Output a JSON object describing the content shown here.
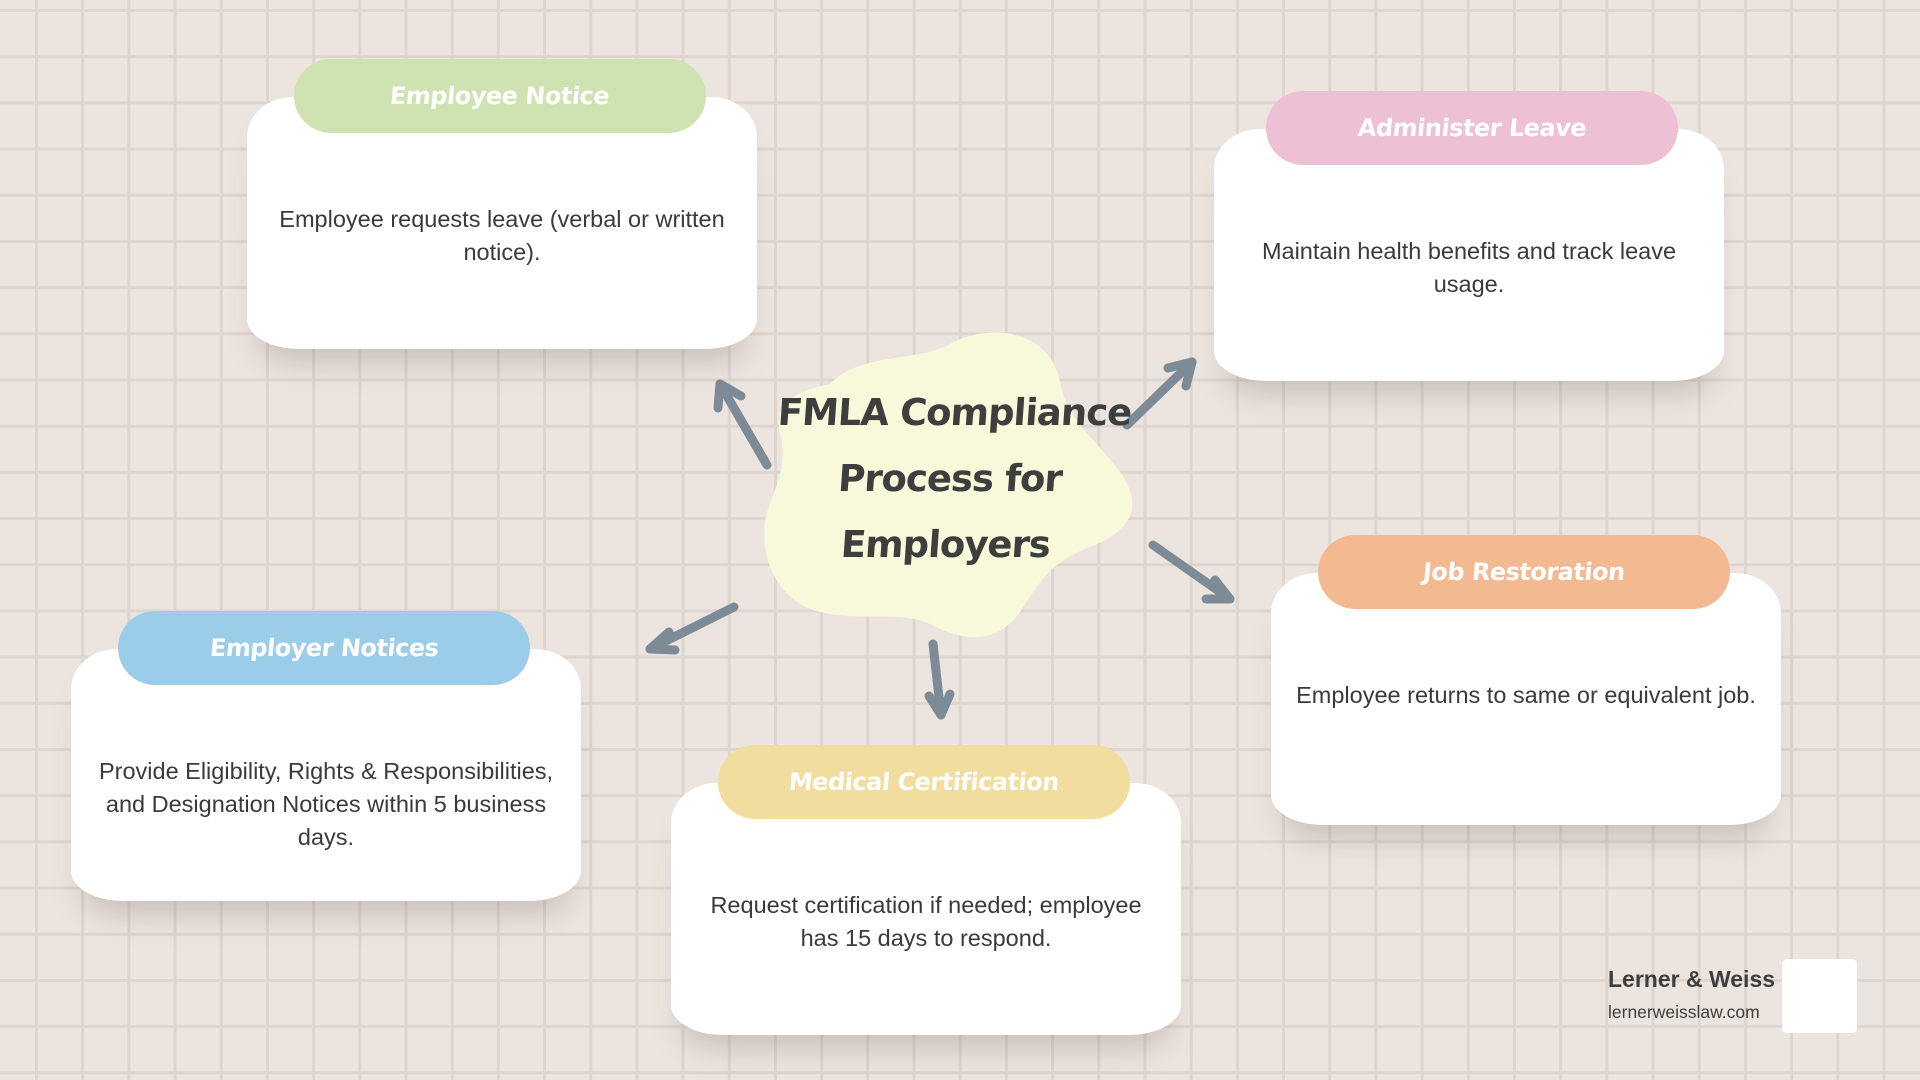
{
  "title": "FMLA Compliance Process for Employers",
  "title_lines": [
    "FMLA Compliance",
    "Process for",
    "Employers"
  ],
  "colors": {
    "background": "#ECE5DF",
    "grid": "#DDD5CE",
    "center_blob": "#F8F8DA",
    "arrow": "#7D8B97",
    "text": "#3A3A3A"
  },
  "steps": [
    {
      "id": "employee-notice",
      "label": "Employee Notice",
      "description": "Employee requests leave (verbal or written notice).",
      "color": "#CEE3B1"
    },
    {
      "id": "administer-leave",
      "label": "Administer Leave",
      "description": "Maintain health benefits and track leave usage.",
      "color": "#EDC1D3"
    },
    {
      "id": "job-restoration",
      "label": "Job Restoration",
      "description": "Employee returns to same or equivalent job.",
      "color": "#F3BA92"
    },
    {
      "id": "medical-certification",
      "label": "Medical Certification",
      "description": "Request certification if needed; employee has 15 days to respond.",
      "color": "#F1DE9E"
    },
    {
      "id": "employer-notices",
      "label": "Employer Notices",
      "description": "Provide Eligibility, Rights & Responsibilities, and Designation Notices within 5 business days.",
      "color": "#9CCDE8"
    }
  ],
  "footer": {
    "firm_name": "Lerner & Weiss",
    "website": "lernerweisslaw.com"
  }
}
